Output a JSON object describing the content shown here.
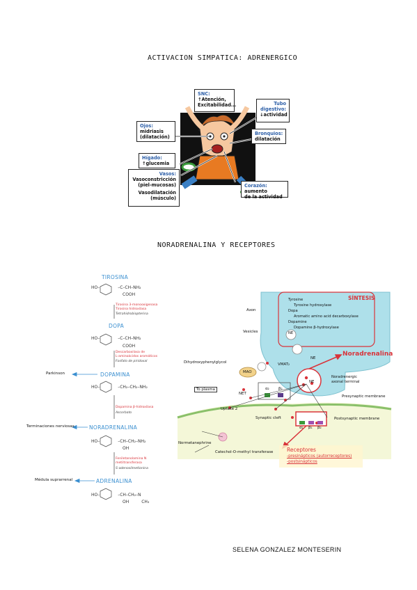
{
  "section1": {
    "title": "ACTIVACION SIMPATICA: ADRENERGICO",
    "boxes": {
      "snc": {
        "head": "SNC:",
        "text1": "↑Atención,",
        "text2": "Excitabilidad..."
      },
      "tubo": {
        "head": "Tubo",
        "head2": "digestivo:",
        "text1": "↓actividad"
      },
      "ojos": {
        "head": "Ojos:",
        "text1": "midriasis",
        "text2": "(dilatación)"
      },
      "bronquios": {
        "head": "Bronquios:",
        "text1": "dilatación"
      },
      "higado": {
        "head": "Hígado:",
        "text1": "↑glucemia"
      },
      "vasos": {
        "head": "Vasos:",
        "text1": "Vasoconstricción",
        "text2": "(piel-mucosas)",
        "text3": "Vasodilatación",
        "text4": "(músculo)"
      },
      "corazon": {
        "head": "Corazón:",
        "text1": "aumento",
        "text2": "de la actividad"
      }
    }
  },
  "section2": {
    "title": "NORADRENALINA Y RECEPTORES",
    "pathway": {
      "stages": [
        "TIROSINA",
        "DOPA",
        "DOPAMINA",
        "NORADRENALINA",
        "ADRENALINA"
      ],
      "enzymes": [
        {
          "line1": "Tirosina 3-monooxigenasa",
          "line2": "Tirosina hidroxilasa",
          "cofactor": "Tetrahidrobiopterina"
        },
        {
          "line1": "Descarboxilasa de",
          "line2": "L-aminoácidos aromáticos",
          "cofactor": "Fosfato de piridoxal"
        },
        {
          "line1": "Dopamina β-hidroxilasa",
          "line2": "",
          "cofactor": "Ascorbato"
        },
        {
          "line1": "Feniletanolamina N",
          "line2": "metiltransferasa",
          "cofactor": "S-adenosilmetionina"
        }
      ],
      "side_labels": [
        "Parkinson",
        "Terminaciones nerviosas",
        "Médula suprarrenal"
      ]
    },
    "synapse": {
      "sintesis_title": "SÍNTESIS",
      "sintesis_lines": [
        "Tyrosine",
        "Tyrosine hydroxylase",
        "Dopa",
        "Aromatic amino acid decarboxylase",
        "Dopamine",
        "Dopamine β-hydroxylase",
        "NE"
      ],
      "noradrenalina_label": "Noradrenalina",
      "labels": {
        "axon": "Axon",
        "vesicles": "Vesicles",
        "dihydroxy": "Dihydroxyphenylglycol",
        "mao": "MAO",
        "vmat": "VMAT₂",
        "net": "NET",
        "ne_center": "NE",
        "alpha2": "α₂",
        "beta2": "β₂",
        "to_plasma": "To plasma",
        "uptake2": "Uptake 2",
        "synaptic_cleft": "Synaptic cleft",
        "noradrenergic": "Noradrenergic",
        "axonal_terminal": "axonal terminal",
        "presynaptic": "Presynaptic membrane",
        "postsynaptic": "Postsynaptic membrane",
        "normetanephrine": "Normetanephrine",
        "comt": "Catechol-O-methyl transferase",
        "a1": "α₁",
        "b1": "β₁",
        "b2": "β₂"
      },
      "receptores": {
        "title": "Receptores",
        "line1": "-presinápticos (autorreceptores)",
        "line2": "-postsinápticos"
      }
    }
  },
  "author": "SELENA GONZALEZ MONTESERIN",
  "colors": {
    "blue_head": "#2d5fa8",
    "red": "#d9333a",
    "cyan": "#aee0ea",
    "pathway_blue": "#3a8fd0"
  }
}
